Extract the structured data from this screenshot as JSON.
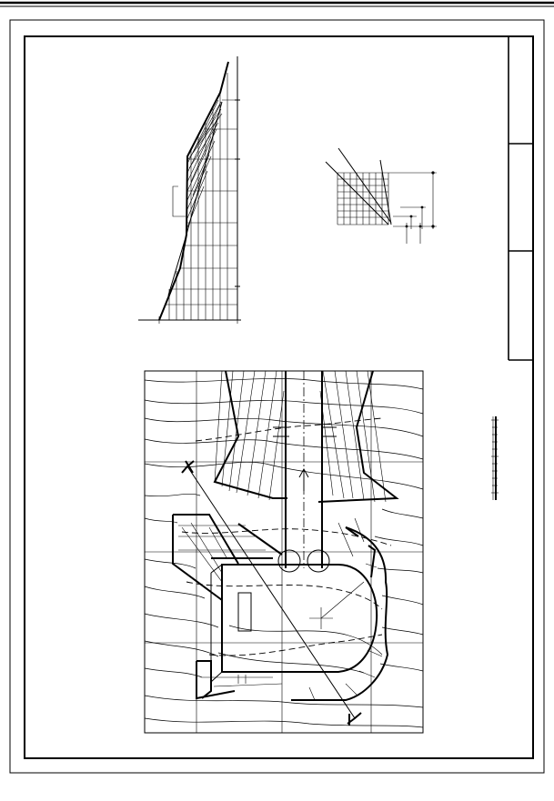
{
  "sheet": {
    "title_block_cells": [
      "",
      "",
      ""
    ]
  },
  "drawing": {
    "line_color": "#000000",
    "background": "#ffffff",
    "views": [
      "section-view",
      "detail-grid-view",
      "plan-view",
      "scale-bar"
    ]
  }
}
